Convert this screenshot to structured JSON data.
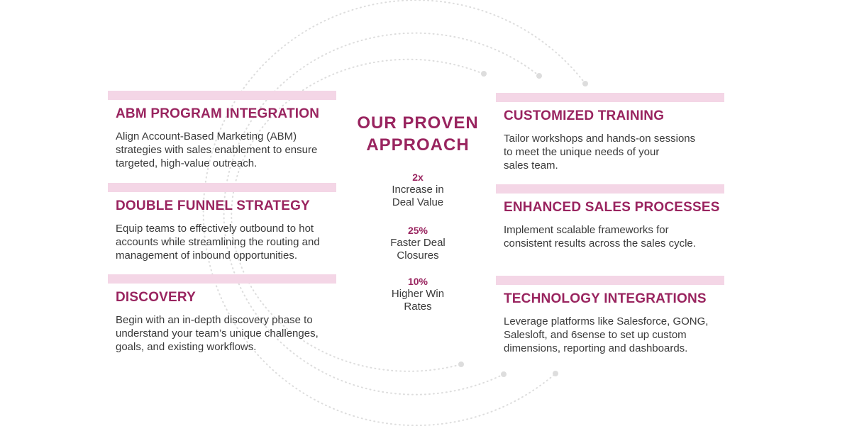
{
  "center": {
    "title": "OUR PROVEN\nAPPROACH",
    "stats": [
      {
        "value": "2x",
        "label": "Increase in\nDeal Value"
      },
      {
        "value": "25%",
        "label": "Faster Deal\nClosures"
      },
      {
        "value": "10%",
        "label": "Higher Win\nRates"
      }
    ]
  },
  "left": [
    {
      "title": "ABM PROGRAM INTEGRATION",
      "body": "Align Account-Based Marketing (ABM)\nstrategies with sales enablement to ensure\ntargeted, high-value outreach."
    },
    {
      "title": "DOUBLE FUNNEL STRATEGY",
      "body": "Equip teams to effectively outbound to hot\naccounts while streamlining the routing and\nmanagement of inbound opportunities."
    },
    {
      "title": "DISCOVERY",
      "body": "Begin with an in-depth discovery phase to\nunderstand your team’s unique challenges,\ngoals, and existing workflows."
    }
  ],
  "right": [
    {
      "title": "CUSTOMIZED TRAINING",
      "body": "Tailor workshops and hands-on sessions\nto meet the unique needs of your\nsales team."
    },
    {
      "title": "ENHANCED SALES PROCESSES",
      "body": "Implement scalable frameworks for\nconsistent results across the sales cycle."
    },
    {
      "title": "TECHNOLOGY INTEGRATIONS",
      "body": "Leverage platforms like Salesforce, GONG,\nSalesloft, and 6sense to set up custom\ndimensions, reporting and dashboards."
    }
  ],
  "colors": {
    "accent": "#99245f",
    "bar": "#f4d6e6",
    "text": "#3a3a3a",
    "arc": "#dcdcdc"
  }
}
